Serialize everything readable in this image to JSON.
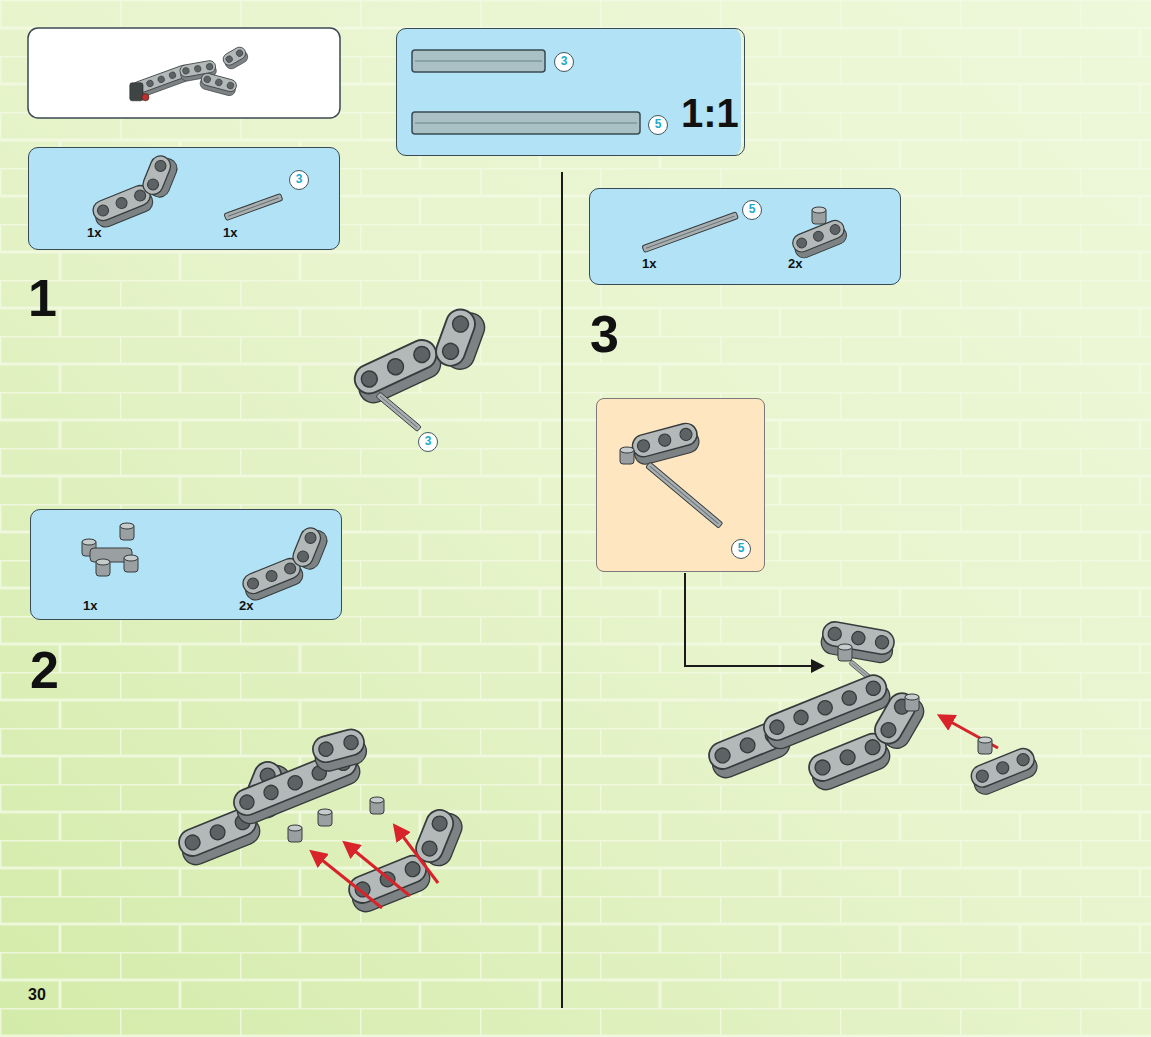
{
  "diagram": {
    "nodes": [
      {
        "text": [
          "3",
          "1x",
          "1x"
        ]
      },
      {
        "text": [
          "3",
          "5",
          "1:1"
        ]
      },
      {
        "text": [
          "1x",
          "2x"
        ]
      },
      {
        "text": [
          "5",
          "1x",
          "2x"
        ]
      },
      {
        "text": [
          "5"
        ]
      }
    ],
    "labels": [
      "1",
      "3",
      "2",
      "3",
      "30"
    ]
  }
}
